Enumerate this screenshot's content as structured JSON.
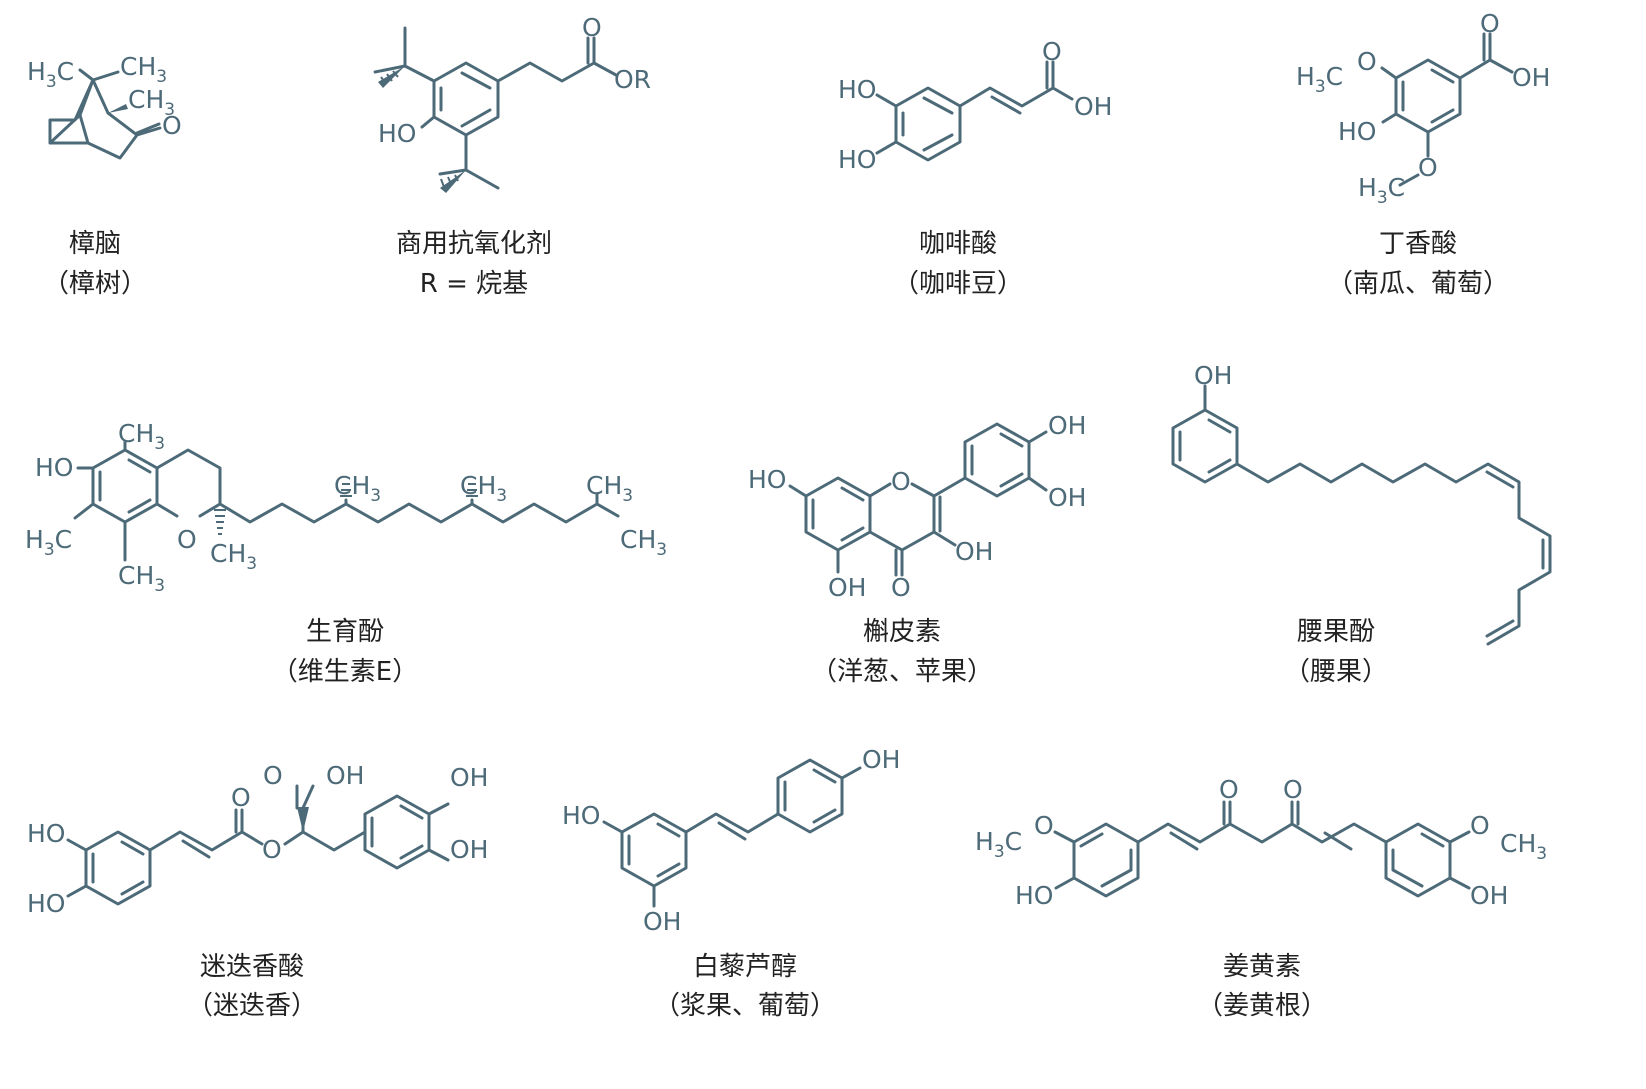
{
  "compounds": [
    {
      "id": "camphor",
      "name": "樟脑",
      "source": "（樟树）",
      "atoms": {
        "a1": "H",
        "a2": "C",
        "a3": "CH",
        "a4": "CH",
        "a5": "O",
        "sub3": "3"
      }
    },
    {
      "id": "antiox",
      "name": "商用抗氧化剂",
      "source": "R = 烷基",
      "atoms": {
        "ho": "HO",
        "o": "O",
        "or": "OR"
      }
    },
    {
      "id": "caffeic",
      "name": "咖啡酸",
      "source": "（咖啡豆）",
      "atoms": {
        "ho": "HO",
        "o": "O",
        "oh": "OH"
      }
    },
    {
      "id": "syringic",
      "name": "丁香酸",
      "source": "（南瓜、葡萄）",
      "atoms": {
        "h": "H",
        "c": "C",
        "o": "O",
        "ho": "HO",
        "oh": "OH",
        "sub3": "3"
      }
    },
    {
      "id": "tocoph",
      "name": "生育酚",
      "source": "（维生素E）",
      "atoms": {
        "ho": "HO",
        "o": "O",
        "h": "H",
        "c": "C",
        "ch": "CH",
        "sub3": "3"
      }
    },
    {
      "id": "querc",
      "name": "槲皮素",
      "source": "（洋葱、苹果）",
      "atoms": {
        "ho": "HO",
        "o": "O",
        "oh": "OH"
      }
    },
    {
      "id": "cardanol",
      "name": "腰果酚",
      "source": "（腰果）",
      "atoms": {
        "oh": "OH"
      }
    },
    {
      "id": "rosma",
      "name": "迷迭香酸",
      "source": "（迷迭香）",
      "atoms": {
        "ho": "HO",
        "o": "O",
        "oh": "OH"
      }
    },
    {
      "id": "resv",
      "name": "白藜芦醇",
      "source": "（浆果、葡萄）",
      "atoms": {
        "ho": "HO",
        "oh": "OH"
      }
    },
    {
      "id": "curcumin",
      "name": "姜黄素",
      "source": "（姜黄根）",
      "atoms": {
        "h": "H",
        "c": "C",
        "o": "O",
        "ch": "CH",
        "ho": "HO",
        "oh": "OH",
        "sub3": "3"
      }
    }
  ]
}
